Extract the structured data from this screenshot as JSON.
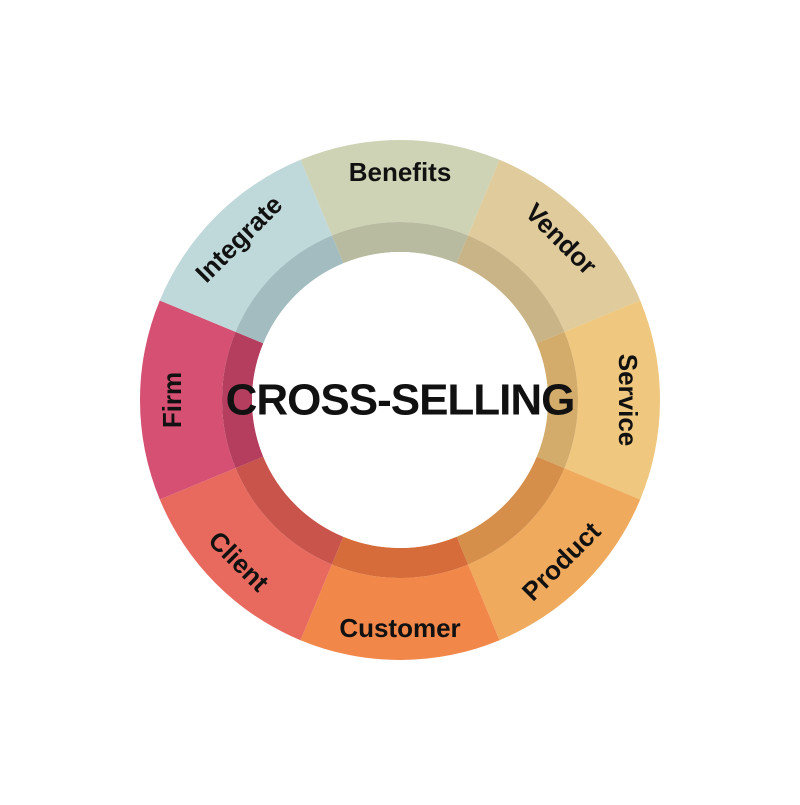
{
  "title": "CROSS-SELLING",
  "segments": [
    {
      "label": "Benefits",
      "color": "#cfd3b6",
      "inner_color": "#b8bba0"
    },
    {
      "label": "Vendor",
      "color": "#dfcb9b",
      "inner_color": "#c8b486"
    },
    {
      "label": "Service",
      "color": "#efc77e",
      "inner_color": "#d3ab6a"
    },
    {
      "label": "Product",
      "color": "#f0aa5e",
      "inner_color": "#d58f4a"
    },
    {
      "label": "Customer",
      "color": "#f2874a",
      "inner_color": "#d56c39"
    },
    {
      "label": "Client",
      "color": "#e86a5f",
      "inner_color": "#c9544c"
    },
    {
      "label": "Firm",
      "color": "#d55072",
      "inner_color": "#b53e5e"
    },
    {
      "label": "Integrate",
      "color": "#bfd8da",
      "inner_color": "#a2bcbf"
    }
  ]
}
